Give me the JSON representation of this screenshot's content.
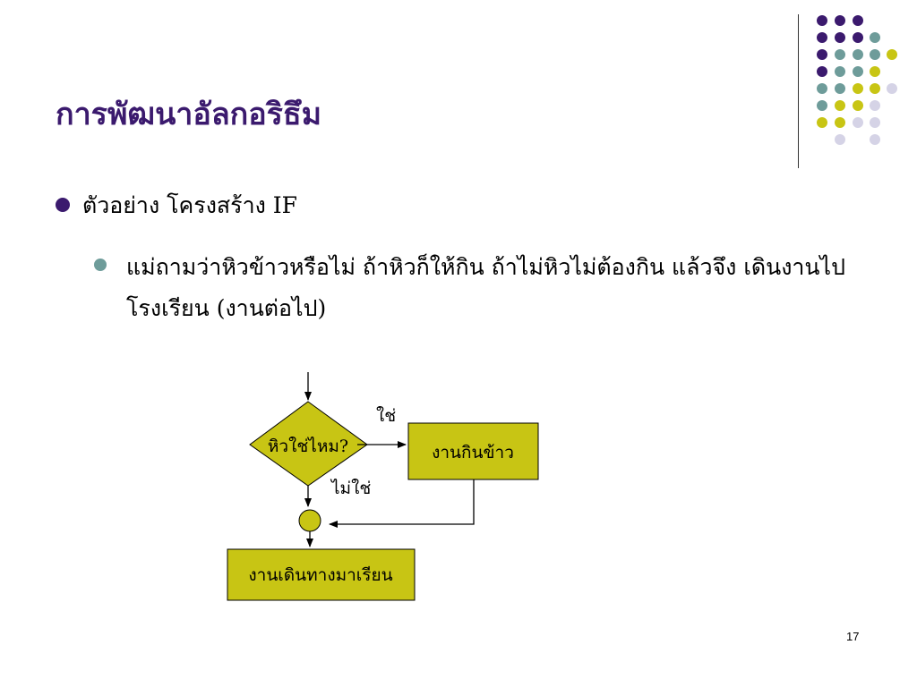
{
  "slide": {
    "title": "การพัฒนาอัลกอริธึม",
    "bullet1": "ตัวอย่าง โครงสร้าง IF",
    "bullet2": "แม่ถามว่าหิวข้าวหรือไม่ ถ้าหิวก็ให้กิน ถ้าไม่หิวไม่ต้องกิน แล้วจึง เดินงานไปโรงเรียน (งานต่อไป)",
    "page_number": "17"
  },
  "flowchart": {
    "decision": "หิวใช่ไหม?",
    "yes_label": "ใช่",
    "no_label": "ไม่ใช่",
    "yes_box": "งานกินข้าว",
    "end_box": "งานเดินทางมาเรียน"
  },
  "colors": {
    "title": "#3b1a6e",
    "flow_fill": "#c8c514",
    "purple": "#3b1a6e",
    "teal": "#6e9c9a",
    "yellow": "#c8c514",
    "lavender": "#d5d3e6"
  }
}
